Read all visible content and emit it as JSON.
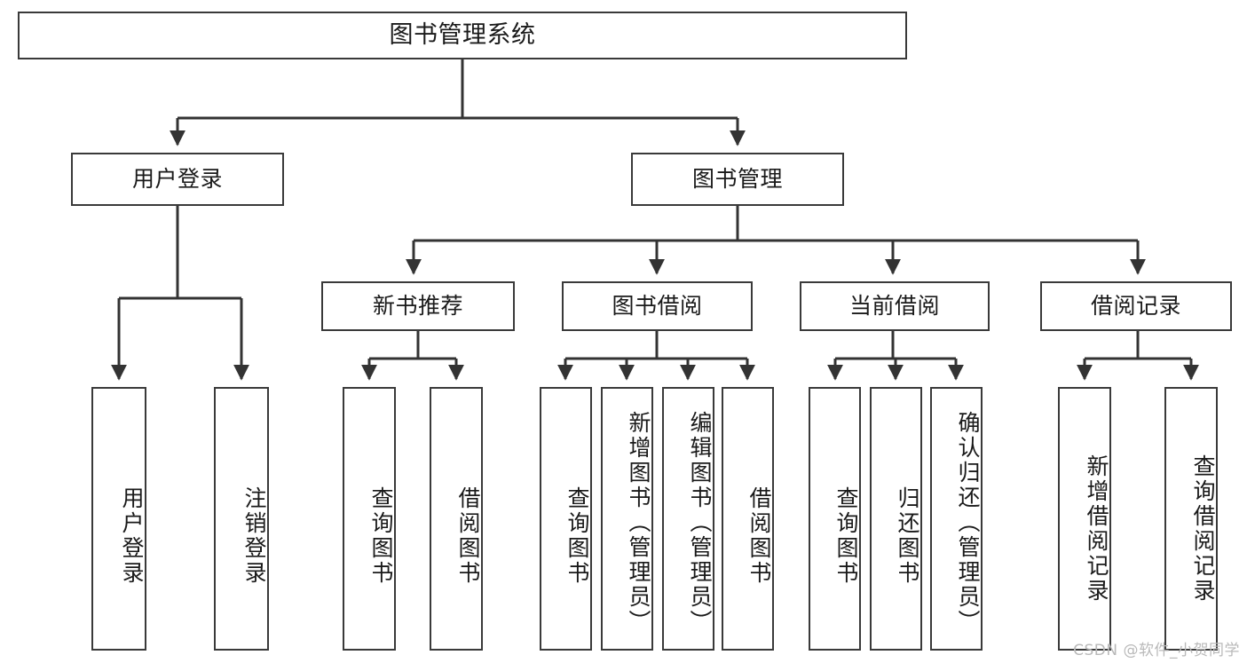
{
  "diagram": {
    "type": "tree-hierarchy",
    "title": "图书管理系统",
    "root": {
      "label": "图书管理系统"
    },
    "level2": [
      {
        "id": "user-login",
        "label": "用户登录"
      },
      {
        "id": "book-manage",
        "label": "图书管理"
      }
    ],
    "level3": [
      {
        "id": "new-book-recommend",
        "label": "新书推荐",
        "parent": "book-manage"
      },
      {
        "id": "book-borrow",
        "label": "图书借阅",
        "parent": "book-manage"
      },
      {
        "id": "current-borrow",
        "label": "当前借阅",
        "parent": "book-manage"
      },
      {
        "id": "borrow-record",
        "label": "借阅记录",
        "parent": "book-manage"
      }
    ],
    "leaves": [
      {
        "id": "leaf-user-login",
        "label": "用户登录",
        "parent": "user-login"
      },
      {
        "id": "leaf-logout",
        "label": "注销登录",
        "parent": "user-login"
      },
      {
        "id": "leaf-query-book-1",
        "label": "查询图书",
        "parent": "new-book-recommend"
      },
      {
        "id": "leaf-borrow-book-1",
        "label": "借阅图书",
        "parent": "new-book-recommend"
      },
      {
        "id": "leaf-query-book-2",
        "label": "查询图书",
        "parent": "book-borrow"
      },
      {
        "id": "leaf-add-book",
        "label": "新增图书（管理员）",
        "parent": "book-borrow"
      },
      {
        "id": "leaf-edit-book",
        "label": "编辑图书（管理员）",
        "parent": "book-borrow"
      },
      {
        "id": "leaf-borrow-book-2",
        "label": "借阅图书",
        "parent": "book-borrow"
      },
      {
        "id": "leaf-query-book-3",
        "label": "查询图书",
        "parent": "current-borrow"
      },
      {
        "id": "leaf-return-book",
        "label": "归还图书",
        "parent": "current-borrow"
      },
      {
        "id": "leaf-confirm-return",
        "label": "确认归还（管理员）",
        "parent": "current-borrow"
      },
      {
        "id": "leaf-add-record",
        "label": "新增借阅记录",
        "parent": "borrow-record"
      },
      {
        "id": "leaf-query-record",
        "label": "查询借阅记录",
        "parent": "borrow-record"
      }
    ],
    "watermark": "CSDN @软件_小贺同学",
    "colors": {
      "background": "#ffffff",
      "border": "#3a3a3a",
      "connector": "#333333",
      "text": "#1a1a1a",
      "watermark": "#b9b9b9"
    }
  }
}
